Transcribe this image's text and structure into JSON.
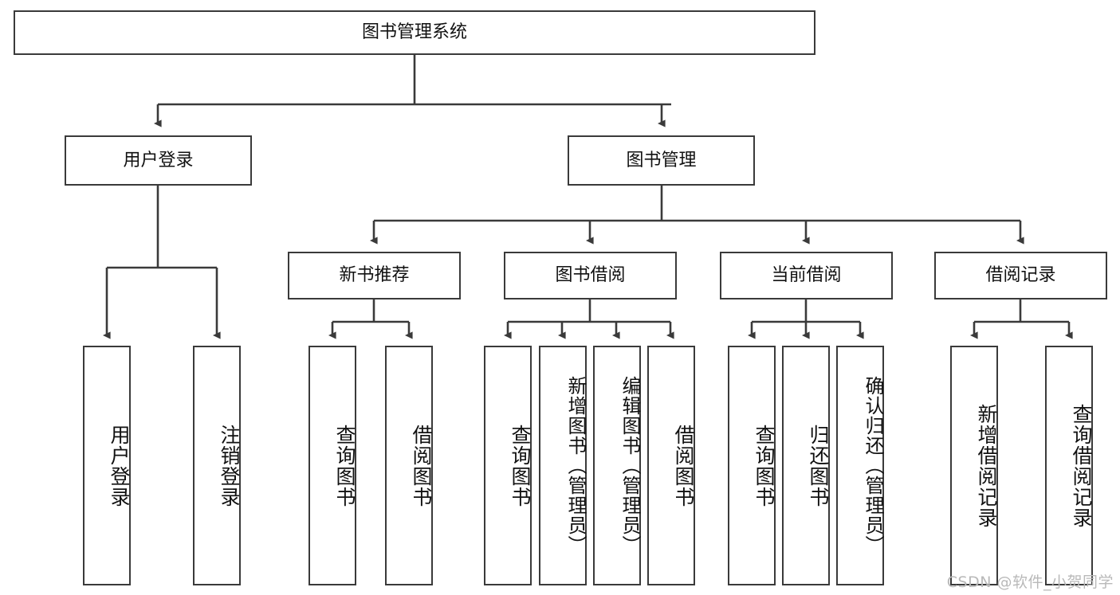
{
  "diagram": {
    "type": "tree-hierarchy",
    "title": "图书管理系统",
    "watermark": "CSDN @软件_小贺同学",
    "colors": {
      "box_border": "#3a3a3a",
      "box_fill": "#ffffff",
      "connector": "#3a3a3a",
      "text": "#111111",
      "watermark": "#b9b9b9"
    },
    "nodes": {
      "root": {
        "label": "图书管理系统"
      },
      "level2": [
        {
          "id": "user-login",
          "label": "用户登录"
        },
        {
          "id": "book-manage",
          "label": "图书管理"
        }
      ],
      "level3": [
        {
          "id": "new-book-recommend",
          "label": "新书推荐"
        },
        {
          "id": "book-borrow",
          "label": "图书借阅"
        },
        {
          "id": "current-borrow",
          "label": "当前借阅"
        },
        {
          "id": "borrow-record",
          "label": "借阅记录"
        }
      ],
      "leaves": {
        "user-login": [
          {
            "id": "leaf-user-login",
            "label": "用户登录"
          },
          {
            "id": "leaf-logout",
            "label": "注销登录"
          }
        ],
        "new-book-recommend": [
          {
            "id": "leaf-query-book-1",
            "label": "查询图书"
          },
          {
            "id": "leaf-borrow-book-1",
            "label": "借阅图书"
          }
        ],
        "book-borrow": [
          {
            "id": "leaf-query-book-2",
            "label": "查询图书"
          },
          {
            "id": "leaf-add-book",
            "label": "新增图书（管理员）"
          },
          {
            "id": "leaf-edit-book",
            "label": "编辑图书（管理员）"
          },
          {
            "id": "leaf-borrow-book-2",
            "label": "借阅图书"
          }
        ],
        "current-borrow": [
          {
            "id": "leaf-query-book-3",
            "label": "查询图书"
          },
          {
            "id": "leaf-return-book",
            "label": "归还图书"
          },
          {
            "id": "leaf-confirm-return",
            "label": "确认归还（管理员）"
          }
        ],
        "borrow-record": [
          {
            "id": "leaf-add-record",
            "label": "新增借阅记录"
          },
          {
            "id": "leaf-query-record",
            "label": "查询借阅记录"
          }
        ]
      }
    }
  }
}
